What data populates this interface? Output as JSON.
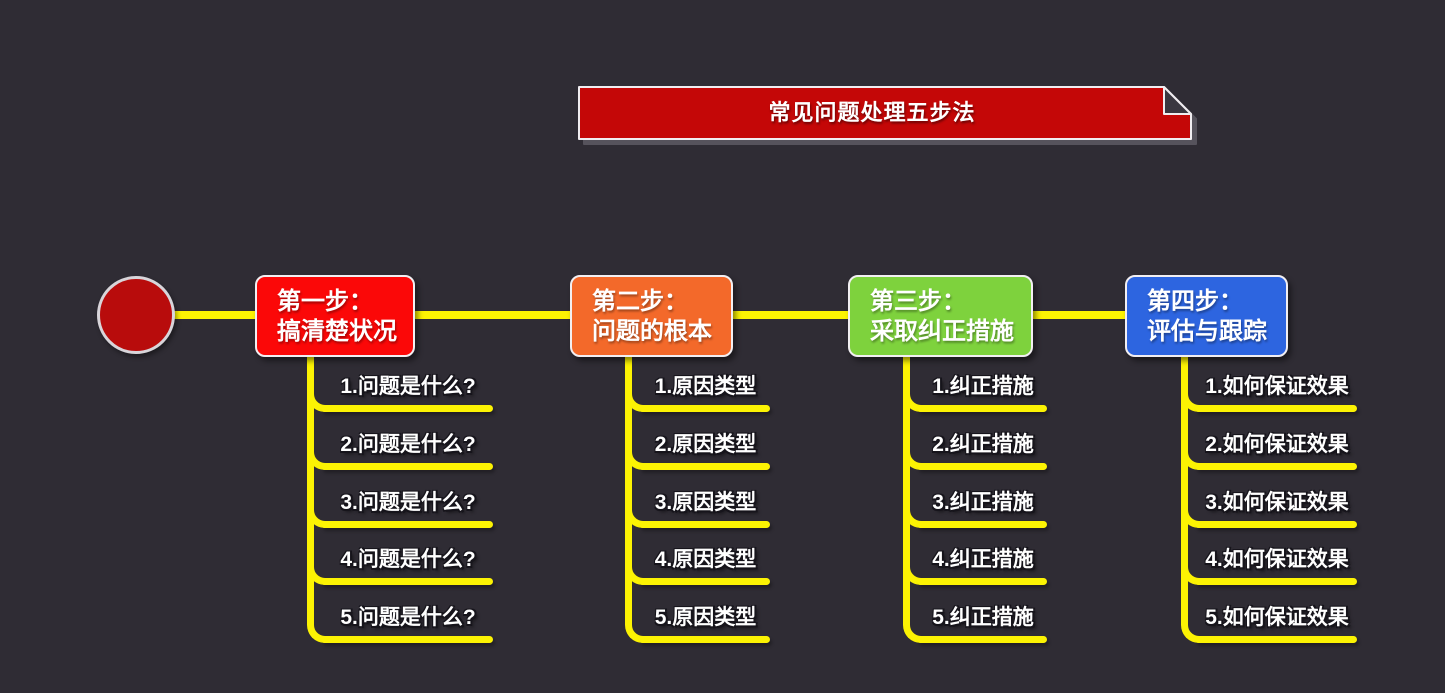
{
  "title": "常见问题处理五步法",
  "steps": [
    {
      "line1": "第一步：",
      "line2": "搞清楚状况",
      "color": "#fb0808",
      "items": [
        "1.问题是什么?",
        "2.问题是什么?",
        "3.问题是什么?",
        "4.问题是什么?",
        "5.问题是什么?"
      ]
    },
    {
      "line1": "第二步：",
      "line2": "问题的根本",
      "color": "#f3692a",
      "items": [
        "1.原因类型",
        "2.原因类型",
        "3.原因类型",
        "4.原因类型",
        "5.原因类型"
      ]
    },
    {
      "line1": "第三步：",
      "line2": "采取纠正措施",
      "color": "#7ed23d",
      "items": [
        "1.纠正措施",
        "2.纠正措施",
        "3.纠正措施",
        "4.纠正措施",
        "5.纠正措施"
      ]
    },
    {
      "line1": "第四步：",
      "line2": "评估与跟踪",
      "color": "#2d65e0",
      "items": [
        "1.如何保证效果",
        "2.如何保证效果",
        "3.如何保证效果",
        "4.如何保证效果",
        "5.如何保证效果"
      ]
    }
  ],
  "colors": {
    "background": "#2f2c34",
    "connector_yellow": "#fcf303",
    "banner_red": "#c40707",
    "root_circle_red": "#b80c0c",
    "border_white": "#f2eff2",
    "text_white": "#ffffff"
  }
}
